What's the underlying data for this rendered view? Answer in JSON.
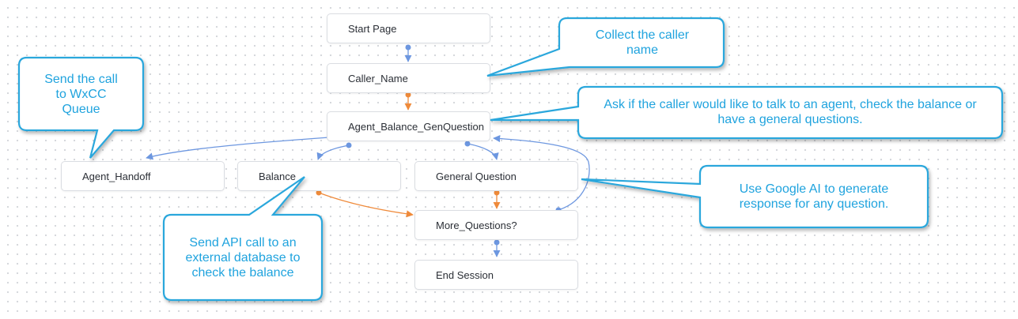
{
  "nodes": {
    "start": "Start Page",
    "caller_name": "Caller_Name",
    "agent_balance_genquestion": "Agent_Balance_GenQuestion",
    "agent_handoff": "Agent_Handoff",
    "balance": "Balance",
    "general_question": "General Question",
    "more_questions": "More_Questions?",
    "end_session": "End Session"
  },
  "callouts": {
    "collect_caller_name": "Collect the caller name",
    "send_call_queue": "Send the call to WxCC Queue",
    "ask_agent_balance": "Ask if the caller would like to talk to an agent, check the balance or have a general questions.",
    "google_ai": "Use Google AI to generate response for any question.",
    "send_api_call": "Send API call to an external database to check the balance"
  },
  "colors": {
    "flow_blue": "#6d97e0",
    "flow_orange": "#ef8a3a",
    "callout_border": "#2aa7dc",
    "callout_text": "#1fa3de"
  }
}
